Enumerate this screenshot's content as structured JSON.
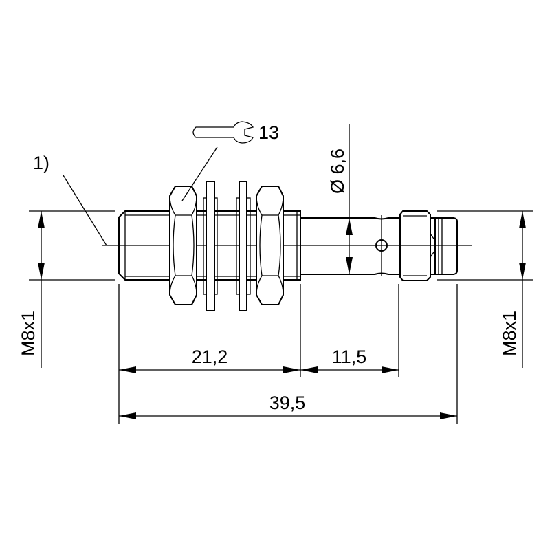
{
  "drawing": {
    "note_marker": "1)",
    "wrench_size": "13",
    "diameter_label": "Ø 6,6",
    "thread_left": "M8x1",
    "thread_right": "M8x1",
    "dim_thread_length": "21,2",
    "dim_body_length": "11,5",
    "dim_total_length": "39,5"
  }
}
